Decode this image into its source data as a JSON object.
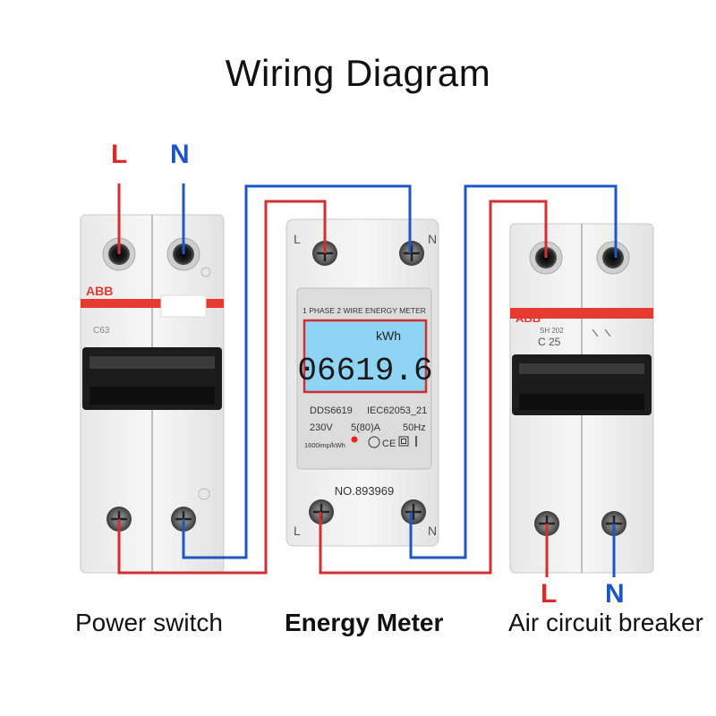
{
  "title": "Wiring Diagram",
  "colors": {
    "live": "#d32f2f",
    "neutral": "#1e56c8",
    "abb_red": "#e43a2f",
    "lcd": "#8fd3f5"
  },
  "supply_labels": {
    "live": "L",
    "neutral": "N"
  },
  "output_labels": {
    "live": "L",
    "neutral": "N"
  },
  "devices": {
    "power_switch": {
      "caption": "Power switch",
      "brand": "ABB",
      "model_text": "C63",
      "top_icon": "terminal-screw-icon"
    },
    "energy_meter": {
      "caption": "Energy Meter",
      "terminal_top_left": "L",
      "terminal_top_right": "N",
      "terminal_bottom_left": "L",
      "terminal_bottom_right": "N",
      "header": "1 PHASE 2 WIRE ENERGY METER",
      "unit": "kWh",
      "reading": "06619.6",
      "model": "DDS6619",
      "standard": "IEC62053_21",
      "voltage": "230V",
      "current": "5(80)A",
      "frequency": "50Hz",
      "impulse": "1600imp/kWh",
      "serial": "NO.893969"
    },
    "air_circuit_breaker": {
      "caption": "Air circuit breaker",
      "brand": "ABB",
      "series": "SH 202",
      "rating": "C 25"
    }
  }
}
